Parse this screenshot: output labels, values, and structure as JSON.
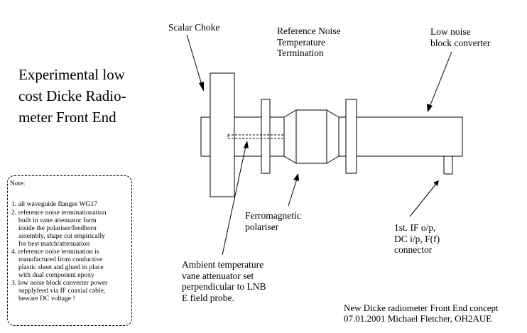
{
  "title_lines": [
    "Experimental low",
    "cost Dicke Radio-",
    "meter Front End"
  ],
  "labels": {
    "scalar_choke": "Scalar Choke",
    "reference_noise": [
      "Reference Noise",
      "Temperature",
      "Termination"
    ],
    "lnb": [
      "Low noise",
      "block converter"
    ],
    "ferromagnetic": [
      "Ferromagnetic",
      "polariser"
    ],
    "if_output": [
      "1st. IF o/p,",
      "DC i/p, F(f)",
      "connector"
    ],
    "vane_attenuator": [
      "Ambient temperature",
      "vane attenuator set",
      "perpendicular to LNB",
      "E field probe."
    ]
  },
  "note": {
    "heading": "Note:",
    "lines": [
      "1. all waveguide flanges WG17",
      "2. reference noise terminationation",
      "   built in vane attenuator form",
      "inside the polariser/feedhorn",
      "assembly, shape cut empirically",
      "for best match/attenuation",
      "4. reference noise termination is",
      "   manufactured from conductive",
      "plastic sheet and glued in place",
      "with dual component epoxy",
      "3. low noise block converter power",
      "   supplyfeed via IF coaxial cable,",
      "   beware DC voltage !"
    ]
  },
  "credit": [
    "New Dicke radiometer Front End concept",
    "07.01.2001 Michael Fletcher, OH2AUE"
  ]
}
